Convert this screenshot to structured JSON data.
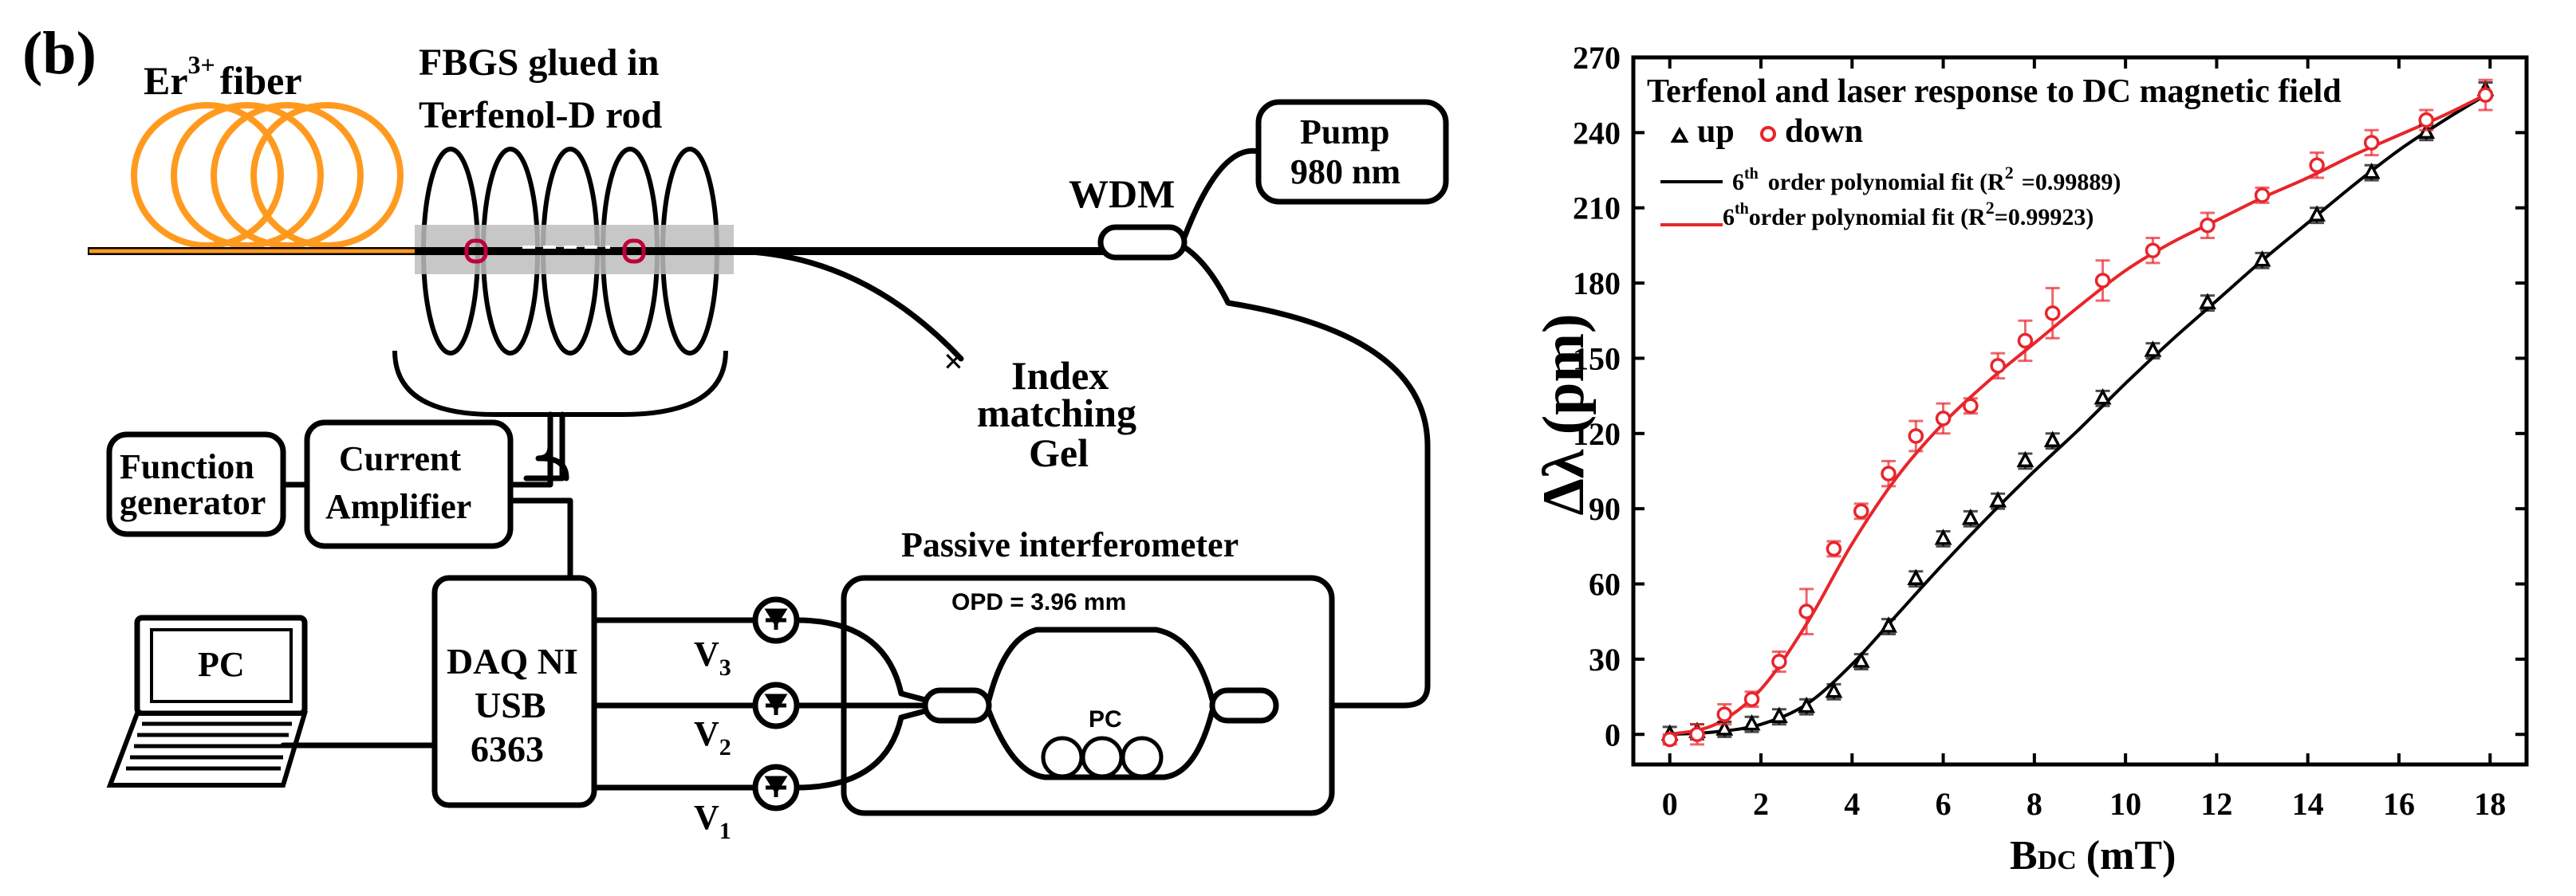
{
  "panel_label": "(b)",
  "diagram": {
    "er_fiber_label": "Er",
    "er_fiber_sup": "3+",
    "er_fiber_suffix": "fiber",
    "fbgs_line1": "FBGS glued in",
    "fbgs_line2": "Terfenol-D rod",
    "pump_line1": "Pump",
    "pump_line2": "980 nm",
    "wdm": "WDM",
    "index_line1": "Index",
    "index_line2": "matching",
    "index_line3": "Gel",
    "function_line1": "Function",
    "function_line2": "generator",
    "current_line1": "Current",
    "current_line2": "Amplifier",
    "passive_title": "Passive interferometer",
    "opd": "OPD = 3.96 mm",
    "pc_inner": "PC",
    "daq_line1": "DAQ NI",
    "daq_line2": "USB",
    "daq_line3": "6363",
    "pc_laptop": "PC",
    "v3": "V",
    "v3_sub": "3",
    "v2": "V",
    "v2_sub": "2",
    "v1": "V",
    "v1_sub": "1",
    "colors": {
      "coil": "#ff9a1f",
      "fbg_mark": "#c0003a",
      "rod": "#bdbdbd"
    }
  },
  "chart_data": {
    "type": "scatter",
    "title": "Terfenol and laser response to DC magnetic field",
    "xlabel_main": "B",
    "xlabel_sub": "DC",
    "xlabel_unit": "(mT)",
    "ylabel": "Δλ (pm)",
    "xlim": [
      -0.8,
      18.8
    ],
    "ylim": [
      -12,
      270
    ],
    "xticks": [
      0,
      2,
      4,
      6,
      8,
      10,
      12,
      14,
      16,
      18
    ],
    "yticks": [
      0,
      30,
      60,
      90,
      120,
      150,
      180,
      210,
      240,
      270
    ],
    "legend": {
      "up": "up",
      "down": "down"
    },
    "fit_labels": [
      {
        "prefix": "6",
        "sup": "th",
        "middle": "order polynomial fit (R",
        "r_sup": "2",
        "value": "=0.99889)"
      },
      {
        "prefix": "6",
        "sup": "th",
        "middle": "order polynomial fit (R",
        "r_sup": "2",
        "value": "=0.99923)"
      }
    ],
    "series": [
      {
        "name": "up",
        "color": "#000000",
        "marker": "triangle",
        "x": [
          0,
          0.6,
          1.2,
          1.8,
          2.4,
          3.0,
          3.6,
          4.2,
          4.8,
          5.4,
          6.0,
          6.6,
          7.2,
          7.8,
          8.4,
          9.5,
          10.6,
          11.8,
          13.0,
          14.2,
          15.4,
          16.6,
          17.9
        ],
        "y": [
          0,
          1,
          2,
          4,
          7,
          11,
          17,
          29,
          43,
          62,
          78,
          86,
          93,
          109,
          117,
          134,
          153,
          172,
          189,
          207,
          224,
          240,
          257
        ],
        "fit": [
          [
            0,
            0
          ],
          [
            1,
            1
          ],
          [
            2,
            4
          ],
          [
            3,
            12
          ],
          [
            4,
            28
          ],
          [
            5,
            48
          ],
          [
            6,
            68
          ],
          [
            7,
            87
          ],
          [
            8,
            105
          ],
          [
            9,
            122
          ],
          [
            10,
            140
          ],
          [
            11,
            157
          ],
          [
            12,
            173
          ],
          [
            13,
            189
          ],
          [
            14,
            204
          ],
          [
            15,
            219
          ],
          [
            16,
            233
          ],
          [
            17,
            245
          ],
          [
            18,
            256
          ]
        ]
      },
      {
        "name": "down",
        "color": "#e8252b",
        "marker": "circle",
        "x": [
          0,
          0.6,
          1.2,
          1.8,
          2.4,
          3.0,
          3.6,
          4.2,
          4.8,
          5.4,
          6.0,
          6.6,
          7.2,
          7.8,
          8.4,
          9.5,
          10.6,
          11.8,
          13.0,
          14.2,
          15.4,
          16.6,
          17.9
        ],
        "y": [
          -2,
          0,
          8,
          14,
          29,
          49,
          74,
          89,
          104,
          119,
          126,
          131,
          147,
          157,
          168,
          181,
          193,
          203,
          215,
          227,
          236,
          245,
          255
        ],
        "err": [
          2,
          4,
          4,
          3,
          4,
          9,
          3,
          3,
          5,
          6,
          6,
          3,
          5,
          8,
          10,
          8,
          5,
          5,
          3,
          5,
          5,
          4,
          6
        ],
        "fit": [
          [
            0,
            0
          ],
          [
            1,
            4
          ],
          [
            2,
            18
          ],
          [
            3,
            44
          ],
          [
            4,
            76
          ],
          [
            5,
            103
          ],
          [
            6,
            124
          ],
          [
            7,
            141
          ],
          [
            8,
            156
          ],
          [
            9,
            171
          ],
          [
            10,
            185
          ],
          [
            11,
            196
          ],
          [
            12,
            205
          ],
          [
            13,
            214
          ],
          [
            14,
            222
          ],
          [
            15,
            231
          ],
          [
            16,
            239
          ],
          [
            17,
            247
          ],
          [
            18,
            256
          ]
        ]
      }
    ]
  }
}
